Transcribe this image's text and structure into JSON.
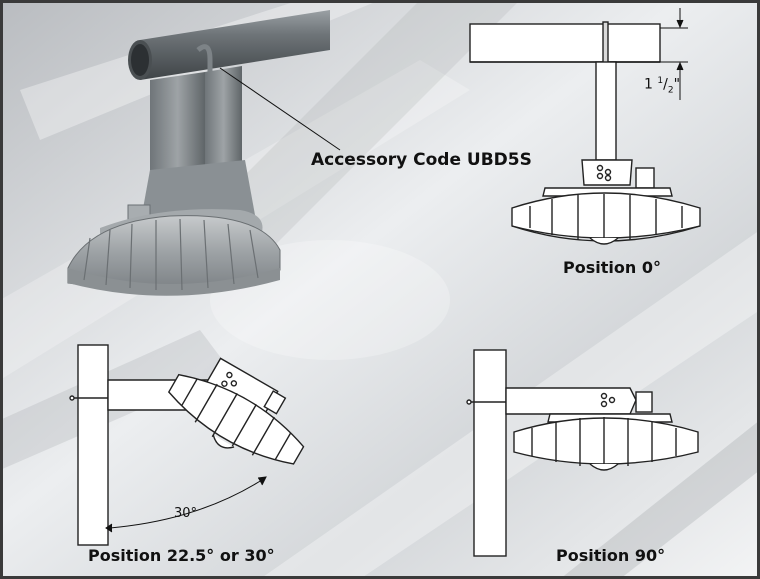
{
  "callout": {
    "text": "Accessory Code UBD5S"
  },
  "positions": [
    {
      "label": "Position 0°"
    },
    {
      "label": "Position 22.5° or 30°"
    },
    {
      "label": "Position 90°"
    }
  ],
  "dimensions": {
    "offset_whole": "1",
    "offset_num": "1",
    "offset_den": "2",
    "offset_unit": "\"",
    "angle": "30°"
  }
}
